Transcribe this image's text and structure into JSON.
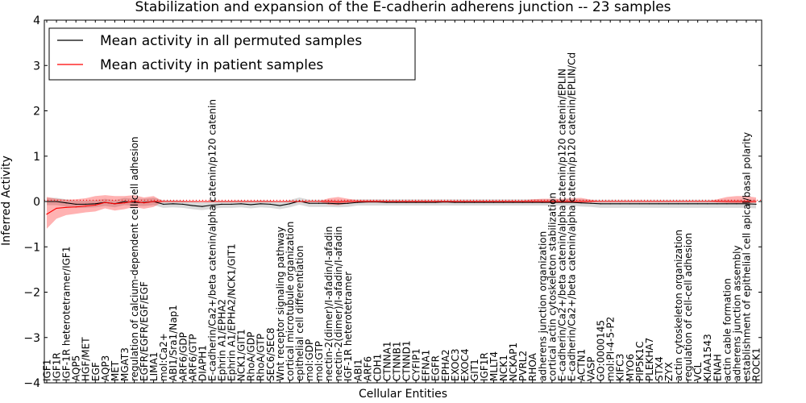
{
  "chart_data": {
    "type": "line",
    "title": "Stabilization and expansion of the E-cadherin adherens junction -- 23 samples",
    "xlabel": "Cellular Entities",
    "ylabel": "Inferred Activity",
    "ylim": [
      -4,
      4
    ],
    "yticks": [
      4,
      3,
      2,
      1,
      0,
      -1,
      -2,
      -3,
      -4
    ],
    "ytick_labels": [
      "4",
      "3",
      "2",
      "1",
      "0",
      "−1",
      "−2",
      "−3",
      "−4"
    ],
    "grid": false,
    "legend_position": "top-left",
    "categories": [
      "IGF1",
      "IGF1R",
      "IGF-1R heterotetramer/IGF1",
      "AQP5",
      "HGF/MET",
      "EGF",
      "AQP3",
      "MET",
      "MGAT3",
      "regulation of calcium-dependent cell-cell adhesion",
      "EGFR/EGFR/EGF/EGF",
      "LIMA1",
      "mol:Ca2+",
      "ABI1/Sra1/Nap1",
      "ARF6/GDP",
      "ARF6/GTP",
      "DIAPH1",
      "E-cadherin/Ca2+/beta catenin/alpha catenin/p120 catenin",
      "Ephrin A1/EPHA2",
      "Ephrin A1/EPHA2/NCK1/GIT1",
      "NCK1/GIT1",
      "RhoA/GDP",
      "RhoA/GTP",
      "SEC6/SEC8",
      "Wnt receptor signaling pathway",
      "cortical microtubule organization",
      "epithelial cell differentiation",
      "mol:GDP",
      "mol:GTP",
      "nectin-2(dimer)/I-afadin/I-afadin",
      "nectin-2(dimer)/I-afadin/I-afadin",
      "IGF-1R heterotetramer",
      "ABI1",
      "ARF6",
      "CDH1",
      "CTNNA1",
      "CTNNB1",
      "CTNND1",
      "CYFIP1",
      "EFNA1",
      "EGFR",
      "EPHA2",
      "EXOC3",
      "EXOC4",
      "GIT1",
      "IGF1R",
      "MLLT4",
      "NCK1",
      "NCKAP1",
      "PVRL2",
      "RHOA",
      "adherens junction organization",
      "cortical actin cytoskeleton stabilization",
      "E-cadherin/Ca2+/beta catenin/alpha catenin/p120 catenin/EPLIN",
      "E-cadherin/Ca2+/beta catenin/alpha catenin/p120 catenin/EPLIN/Cd",
      "ACTN1",
      "VASP",
      "GO:0000145",
      "mol:PI-4-5-P2",
      "KIFC3",
      "MYO6",
      "PIP5K1C",
      "PLEKHA7",
      "STX4",
      "ZYX",
      "actin cytoskeleton organization",
      "regulation of cell-cell adhesion",
      "VCL",
      "KIAA1543",
      "ENAH",
      "actin cable formation",
      "adherens junction assembly",
      "establishment of epithelial cell apical/basal polarity",
      "ROCK1"
    ],
    "series": [
      {
        "name": "Mean activity in all permuted samples",
        "color": "#000000",
        "values": [
          0.0,
          0.0,
          -0.03,
          -0.06,
          -0.06,
          -0.05,
          -0.02,
          -0.05,
          0.0,
          -0.02,
          -0.02,
          0.0,
          -0.06,
          -0.05,
          -0.06,
          -0.09,
          -0.11,
          -0.08,
          -0.06,
          -0.06,
          -0.05,
          -0.07,
          -0.05,
          -0.06,
          -0.09,
          -0.05,
          0.01,
          -0.04,
          -0.04,
          -0.04,
          -0.05,
          -0.04,
          -0.02,
          -0.01,
          -0.01,
          -0.02,
          -0.02,
          -0.02,
          -0.02,
          -0.02,
          -0.02,
          -0.01,
          -0.02,
          -0.02,
          -0.02,
          -0.02,
          -0.02,
          -0.02,
          -0.02,
          -0.02,
          -0.02,
          -0.02,
          -0.02,
          -0.02,
          -0.02,
          -0.03,
          -0.04,
          -0.05,
          -0.05,
          -0.05,
          -0.05,
          -0.05,
          -0.05,
          -0.05,
          -0.05,
          -0.05,
          -0.05,
          -0.05,
          -0.05,
          -0.05,
          -0.05,
          -0.05,
          -0.05,
          -0.06
        ],
        "band_upper": [
          0.08,
          0.08,
          0.05,
          0.02,
          0.02,
          0.03,
          0.06,
          0.03,
          0.08,
          0.06,
          0.06,
          0.08,
          0.03,
          0.03,
          0.02,
          0.0,
          -0.02,
          0.01,
          0.02,
          0.02,
          0.03,
          0.02,
          0.03,
          0.02,
          0.0,
          0.03,
          0.09,
          0.04,
          0.04,
          0.04,
          0.03,
          0.04,
          0.05,
          0.05,
          0.05,
          0.05,
          0.05,
          0.05,
          0.05,
          0.05,
          0.05,
          0.05,
          0.05,
          0.05,
          0.05,
          0.05,
          0.05,
          0.05,
          0.05,
          0.05,
          0.05,
          0.05,
          0.05,
          0.05,
          0.05,
          0.05,
          0.04,
          0.04,
          0.04,
          0.04,
          0.04,
          0.04,
          0.04,
          0.04,
          0.04,
          0.04,
          0.04,
          0.04,
          0.04,
          0.04,
          0.04,
          0.04,
          0.04,
          0.04
        ],
        "band_lower": [
          -0.08,
          -0.08,
          -0.11,
          -0.14,
          -0.14,
          -0.13,
          -0.1,
          -0.13,
          -0.08,
          -0.1,
          -0.1,
          -0.08,
          -0.14,
          -0.13,
          -0.14,
          -0.17,
          -0.19,
          -0.16,
          -0.14,
          -0.14,
          -0.13,
          -0.15,
          -0.13,
          -0.14,
          -0.17,
          -0.13,
          -0.07,
          -0.12,
          -0.12,
          -0.12,
          -0.13,
          -0.12,
          -0.09,
          -0.09,
          -0.09,
          -0.09,
          -0.09,
          -0.09,
          -0.09,
          -0.09,
          -0.09,
          -0.09,
          -0.09,
          -0.09,
          -0.09,
          -0.09,
          -0.09,
          -0.09,
          -0.09,
          -0.09,
          -0.09,
          -0.09,
          -0.09,
          -0.09,
          -0.09,
          -0.11,
          -0.12,
          -0.14,
          -0.14,
          -0.14,
          -0.14,
          -0.14,
          -0.14,
          -0.14,
          -0.14,
          -0.14,
          -0.14,
          -0.14,
          -0.14,
          -0.14,
          -0.14,
          -0.14,
          -0.14,
          -0.15
        ]
      },
      {
        "name": "Mean activity in patient samples",
        "color": "#ff0000",
        "values": [
          -0.28,
          -0.15,
          -0.13,
          -0.12,
          -0.1,
          -0.08,
          -0.02,
          -0.05,
          -0.03,
          0.01,
          -0.03,
          0.0,
          0.0,
          0.0,
          0.0,
          0.0,
          0.0,
          0.0,
          0.0,
          0.0,
          0.0,
          0.0,
          0.0,
          0.0,
          0.0,
          0.0,
          0.0,
          0.0,
          0.0,
          0.0,
          -0.01,
          0.0,
          0.0,
          0.0,
          0.0,
          0.0,
          0.0,
          0.0,
          0.0,
          0.0,
          0.0,
          0.0,
          0.0,
          0.0,
          0.0,
          0.0,
          0.0,
          0.0,
          0.0,
          0.0,
          0.0,
          0.0,
          0.0,
          0.0,
          0.0,
          0.0,
          0.0,
          0.0,
          0.0,
          0.0,
          0.0,
          0.0,
          0.0,
          0.0,
          0.0,
          0.0,
          0.0,
          0.0,
          0.0,
          0.0,
          0.0,
          0.0,
          0.0,
          0.0
        ],
        "band_upper": [
          0.1,
          0.06,
          0.04,
          0.05,
          0.07,
          0.12,
          0.14,
          0.12,
          0.12,
          0.14,
          0.09,
          0.12,
          0.0,
          0.0,
          0.0,
          0.0,
          0.0,
          0.0,
          0.0,
          0.0,
          0.0,
          0.0,
          0.0,
          0.0,
          0.0,
          0.0,
          0.0,
          0.0,
          0.0,
          0.07,
          0.1,
          0.06,
          0.03,
          0.03,
          0.03,
          0.02,
          0.02,
          0.02,
          0.02,
          0.02,
          0.02,
          0.02,
          0.02,
          0.02,
          0.02,
          0.02,
          0.02,
          0.02,
          0.02,
          0.02,
          0.05,
          0.06,
          0.06,
          0.06,
          0.07,
          0.08,
          0.04,
          0.0,
          0.0,
          0.0,
          0.0,
          0.0,
          0.0,
          0.0,
          0.0,
          0.0,
          0.0,
          0.0,
          0.0,
          0.05,
          0.1,
          0.12,
          0.12,
          0.09
        ],
        "band_lower": [
          -0.6,
          -0.38,
          -0.3,
          -0.27,
          -0.24,
          -0.22,
          -0.15,
          -0.2,
          -0.17,
          -0.12,
          -0.16,
          -0.12,
          0.0,
          0.0,
          0.0,
          0.0,
          0.0,
          0.0,
          0.0,
          0.0,
          0.0,
          0.0,
          0.0,
          0.0,
          0.0,
          0.0,
          0.0,
          0.0,
          0.0,
          -0.07,
          -0.08,
          -0.05,
          -0.02,
          -0.02,
          -0.02,
          -0.02,
          -0.02,
          -0.02,
          -0.02,
          -0.02,
          -0.02,
          -0.02,
          -0.02,
          -0.02,
          -0.02,
          -0.02,
          -0.02,
          -0.02,
          -0.02,
          -0.02,
          -0.02,
          -0.03,
          -0.03,
          -0.03,
          -0.03,
          -0.03,
          -0.02,
          0.0,
          0.0,
          0.0,
          0.0,
          0.0,
          0.0,
          0.0,
          0.0,
          0.0,
          0.0,
          0.0,
          0.0,
          -0.02,
          -0.03,
          -0.04,
          -0.04,
          -0.03
        ]
      }
    ],
    "reference_line": {
      "y": 0.03,
      "color": "#ff0000",
      "style": "dotted"
    }
  }
}
